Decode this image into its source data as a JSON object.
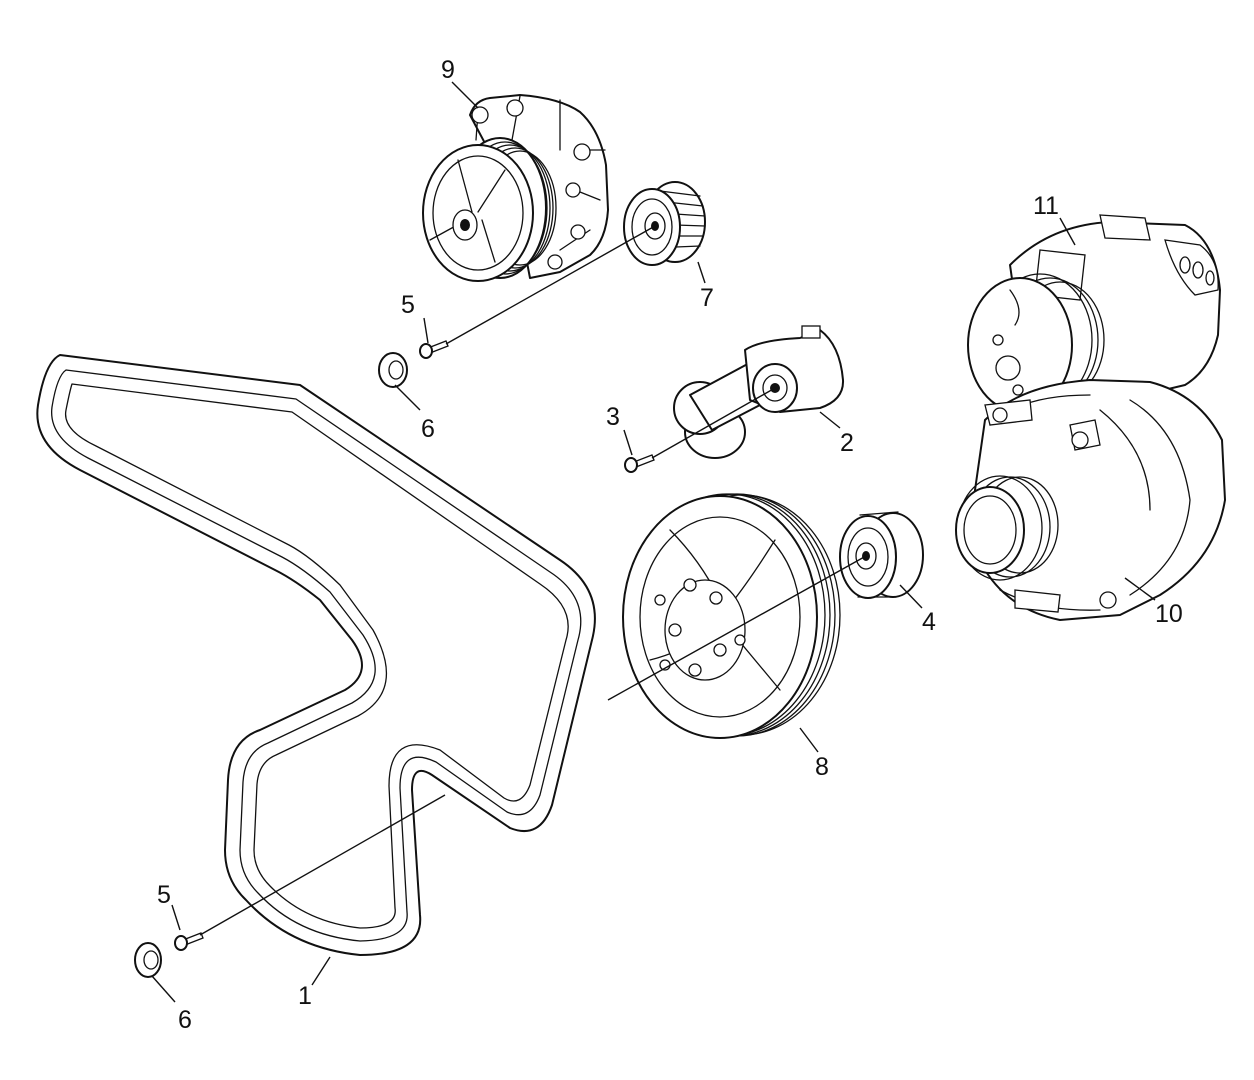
{
  "callouts": {
    "belt": "1",
    "tensioner": "2",
    "tensioner_bolt": "3",
    "idler_lower": "4",
    "bolt_upper": "5",
    "washer_upper": "6",
    "idler_upper": "7",
    "crank_pulley": "8",
    "water_pump": "9",
    "alternator": "10",
    "compressor": "11",
    "bolt_lower": "5",
    "washer_lower": "6"
  },
  "colors": {
    "line": "#111111",
    "background": "#ffffff"
  }
}
